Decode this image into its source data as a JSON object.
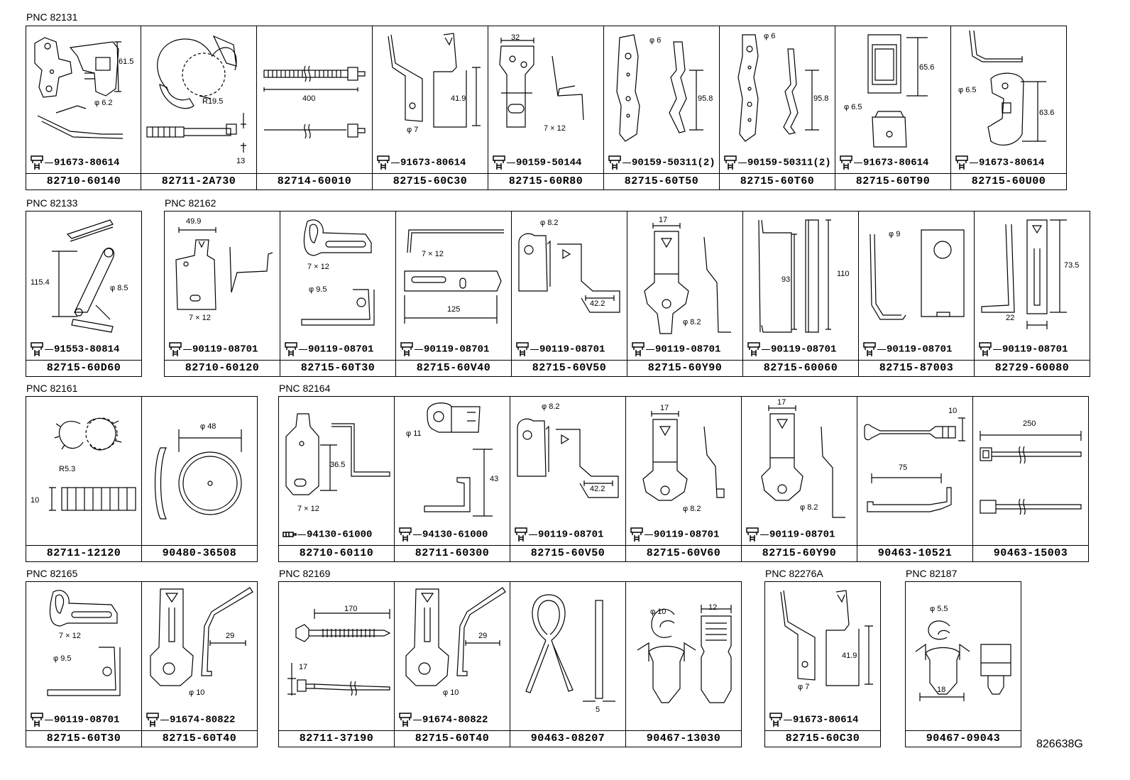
{
  "diagram_ref": "826638G",
  "groups": [
    {
      "pnc": "PNC 82131",
      "cells": [
        {
          "part": "82710-60140",
          "fastener": "91673-80614",
          "dims": [
            "61.5",
            "φ 6.2"
          ]
        },
        {
          "part": "82711-2A730",
          "fastener": "",
          "dims": [
            "R19.5",
            "13"
          ]
        },
        {
          "part": "82714-60010",
          "fastener": "",
          "dims": [
            "400"
          ]
        },
        {
          "part": "82715-60C30",
          "fastener": "91673-80614",
          "dims": [
            "41.9",
            "φ 7"
          ]
        },
        {
          "part": "82715-60R80",
          "fastener": "90159-50144",
          "dims": [
            "32",
            "7 × 12"
          ]
        },
        {
          "part": "82715-60T50",
          "fastener": "90159-50311(2)",
          "dims": [
            "φ 6",
            "95.8"
          ]
        },
        {
          "part": "82715-60T60",
          "fastener": "90159-50311(2)",
          "dims": [
            "φ 6",
            "95.8"
          ]
        },
        {
          "part": "82715-60T90",
          "fastener": "91673-80614",
          "dims": [
            "65.6",
            "φ 6.5"
          ]
        },
        {
          "part": "82715-60U00",
          "fastener": "91673-80614",
          "dims": [
            "φ 6.5",
            "63.6"
          ]
        }
      ]
    },
    {
      "pnc": "PNC 82133",
      "cells": [
        {
          "part": "82715-60D60",
          "fastener": "91553-80814",
          "dims": [
            "115.4",
            "φ 8.5"
          ]
        }
      ]
    },
    {
      "pnc": "PNC 82162",
      "cells": [
        {
          "part": "82710-60120",
          "fastener": "90119-08701",
          "dims": [
            "49.9",
            "7 × 12"
          ]
        },
        {
          "part": "82715-60T30",
          "fastener": "90119-08701",
          "dims": [
            "7 × 12",
            "φ 9.5"
          ]
        },
        {
          "part": "82715-60V40",
          "fastener": "90119-08701",
          "dims": [
            "7 × 12",
            "125"
          ]
        },
        {
          "part": "82715-60V50",
          "fastener": "90119-08701",
          "dims": [
            "φ 8.2",
            "42.2"
          ]
        },
        {
          "part": "82715-60Y90",
          "fastener": "90119-08701",
          "dims": [
            "17",
            "φ 8.2"
          ]
        },
        {
          "part": "82715-60060",
          "fastener": "90119-08701",
          "dims": [
            "93",
            "110"
          ]
        },
        {
          "part": "82715-87003",
          "fastener": "90119-08701",
          "dims": [
            "φ 9"
          ]
        },
        {
          "part": "82729-60080",
          "fastener": "90119-08701",
          "dims": [
            "73.5",
            "22"
          ]
        }
      ]
    },
    {
      "pnc": "PNC 82161",
      "cells": [
        {
          "part": "82711-12120",
          "fastener": "",
          "dims": [
            "R5.3",
            "10"
          ]
        },
        {
          "part": "90480-36508",
          "fastener": "",
          "dims": [
            "φ 48"
          ]
        }
      ]
    },
    {
      "pnc": "PNC 82164",
      "cells": [
        {
          "part": "82710-60110",
          "fastener": "94130-61000",
          "dims": [
            "36.5",
            "7 × 12"
          ]
        },
        {
          "part": "82711-60300",
          "fastener": "94130-61000",
          "dims": [
            "φ 11",
            "43"
          ]
        },
        {
          "part": "82715-60V50",
          "fastener": "90119-08701",
          "dims": [
            "φ 8.2",
            "42.2"
          ]
        },
        {
          "part": "82715-60V60",
          "fastener": "90119-08701",
          "dims": [
            "17",
            "φ 8.2"
          ]
        },
        {
          "part": "82715-60Y90",
          "fastener": "90119-08701",
          "dims": [
            "17",
            "φ 8.2"
          ]
        },
        {
          "part": "90463-10521",
          "fastener": "",
          "dims": [
            "10",
            "75"
          ]
        },
        {
          "part": "90463-15003",
          "fastener": "",
          "dims": [
            "250"
          ]
        }
      ]
    },
    {
      "pnc": "PNC 82165",
      "cells": [
        {
          "part": "82715-60T30",
          "fastener": "90119-08701",
          "dims": [
            "7 × 12",
            "φ 9.5"
          ]
        },
        {
          "part": "82715-60T40",
          "fastener": "91674-80822",
          "dims": [
            "29",
            "φ 10"
          ]
        }
      ]
    },
    {
      "pnc": "PNC 82169",
      "cells": [
        {
          "part": "82711-37190",
          "fastener": "",
          "dims": [
            "170",
            "17"
          ]
        },
        {
          "part": "82715-60T40",
          "fastener": "91674-80822",
          "dims": [
            "29",
            "φ 10"
          ]
        },
        {
          "part": "90463-08207",
          "fastener": "",
          "dims": [
            "5"
          ]
        },
        {
          "part": "90467-13030",
          "fastener": "",
          "dims": [
            "φ 10",
            "12"
          ]
        }
      ]
    },
    {
      "pnc": "PNC 82276A",
      "cells": [
        {
          "part": "82715-60C30",
          "fastener": "91673-80614",
          "dims": [
            "41.9",
            "φ 7"
          ]
        }
      ]
    },
    {
      "pnc": "PNC 82187",
      "cells": [
        {
          "part": "90467-09043",
          "fastener": "",
          "dims": [
            "φ 5.5",
            "18"
          ]
        }
      ]
    }
  ]
}
